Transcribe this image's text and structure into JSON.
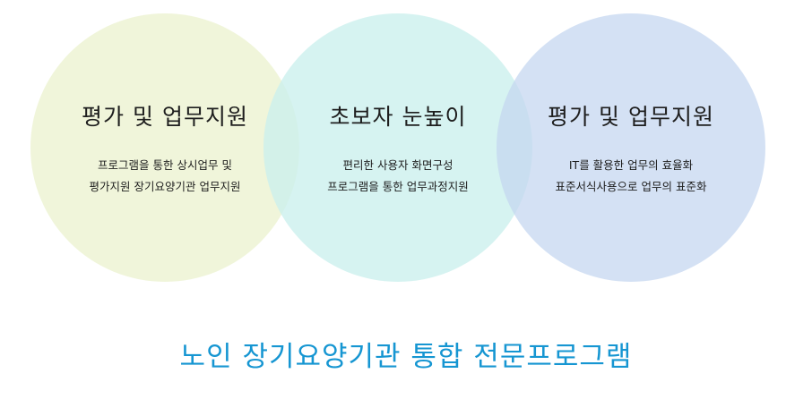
{
  "circles": [
    {
      "title": "평가 및 업무지원",
      "lines": [
        "프로그램을 통한 상시업무 및",
        "평가지원 장기요양기관 업무지원"
      ]
    },
    {
      "title": "초보자 눈높이",
      "lines": [
        "편리한 사용자 화면구성",
        "프로그램을 통한 업무과정지원"
      ]
    },
    {
      "title": "평가 및 업무지원",
      "lines": [
        "IT를 활용한 업무의 효율화",
        "표준서식사용으로 업무의 표준화"
      ]
    }
  ],
  "main_title": "노인 장기요양기관 통합 전문프로그램",
  "colors": {
    "circle_1": "#ecf2d0",
    "circle_2": "#caf0ed",
    "circle_3": "#c4d6f0",
    "title": "#1696d2"
  }
}
